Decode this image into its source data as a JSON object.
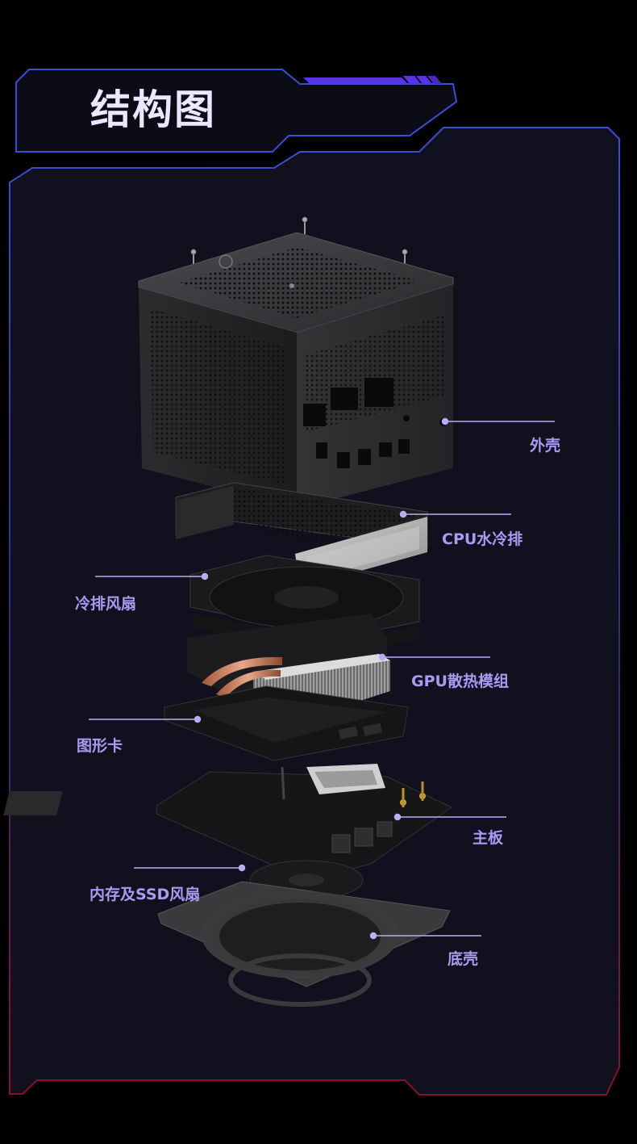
{
  "header": {
    "title": "结构图"
  },
  "components": [
    {
      "id": "shell",
      "label": "外壳"
    },
    {
      "id": "radiator",
      "label": "CPU水冷排"
    },
    {
      "id": "radiator-fan",
      "label": "冷排风扇"
    },
    {
      "id": "gpu-heatsink",
      "label": "GPU散热模组"
    },
    {
      "id": "graphics-card",
      "label": "图形卡"
    },
    {
      "id": "motherboard",
      "label": "主板"
    },
    {
      "id": "memory-ssd-fan",
      "label": "内存及SSD风扇"
    },
    {
      "id": "bottom-shell",
      "label": "底壳"
    }
  ],
  "colors": {
    "background": "#000000",
    "panel": "#10101e",
    "frame_blue": "#3a4fd8",
    "frame_red": "#8a1030",
    "accent_purple": "#5b33e6",
    "label": "#a99af2",
    "leader_line": "#b8aef5",
    "title": "#ece7ff"
  }
}
